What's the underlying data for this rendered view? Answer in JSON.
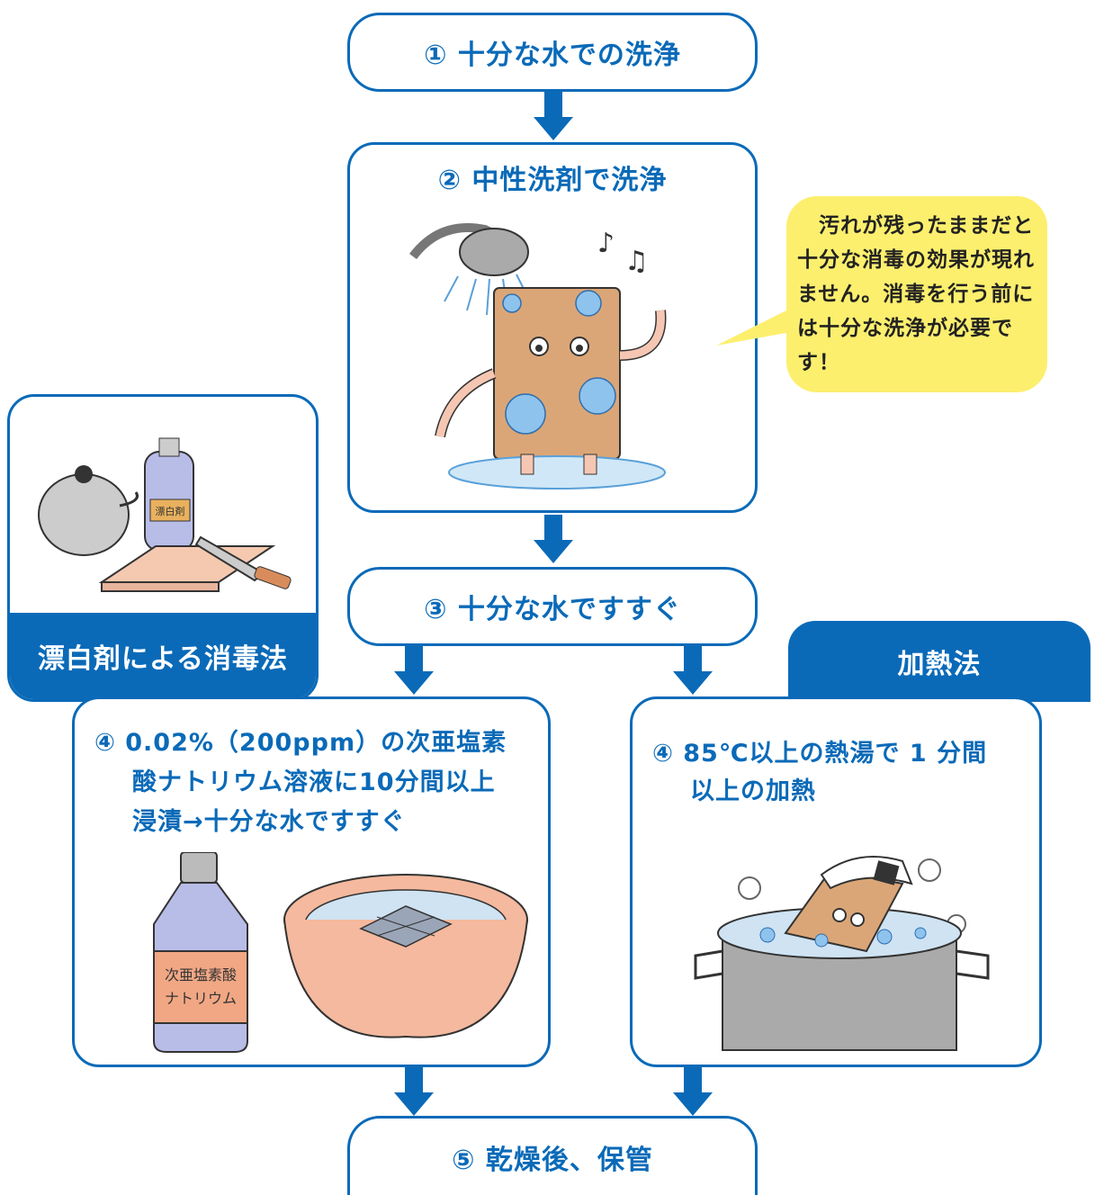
{
  "steps": {
    "s1": "① 十分な水での洗浄",
    "s2": "② 中性洗剤で洗浄",
    "s3": "③ 十分な水ですすぐ",
    "s4a_line1": "④ 0.02%（200ppm）の次亜塩素",
    "s4a_line2": "酸ナトリウム溶液に10分間以上",
    "s4a_line3": "浸漬→十分な水ですすぐ",
    "s4b_line1": "④ 85℃以上の熱湯で 1 分間",
    "s4b_line2": "以上の加熱",
    "s5": "⑤ 乾燥後、保管"
  },
  "tabs": {
    "bleach": "漂白剤による消毒法",
    "heat": "加熱法"
  },
  "callout": "汚れが残ったままだと十分な消毒の効果が現れません。消毒を行う前には十分な洗浄が必要です！",
  "labels": {
    "bleach_small": "漂白剤",
    "bottle_line1": "次亜塩素酸",
    "bottle_line2": "ナトリウム"
  },
  "colors": {
    "accent": "#0a6ab8",
    "callout_bg": "#fcef6e"
  }
}
